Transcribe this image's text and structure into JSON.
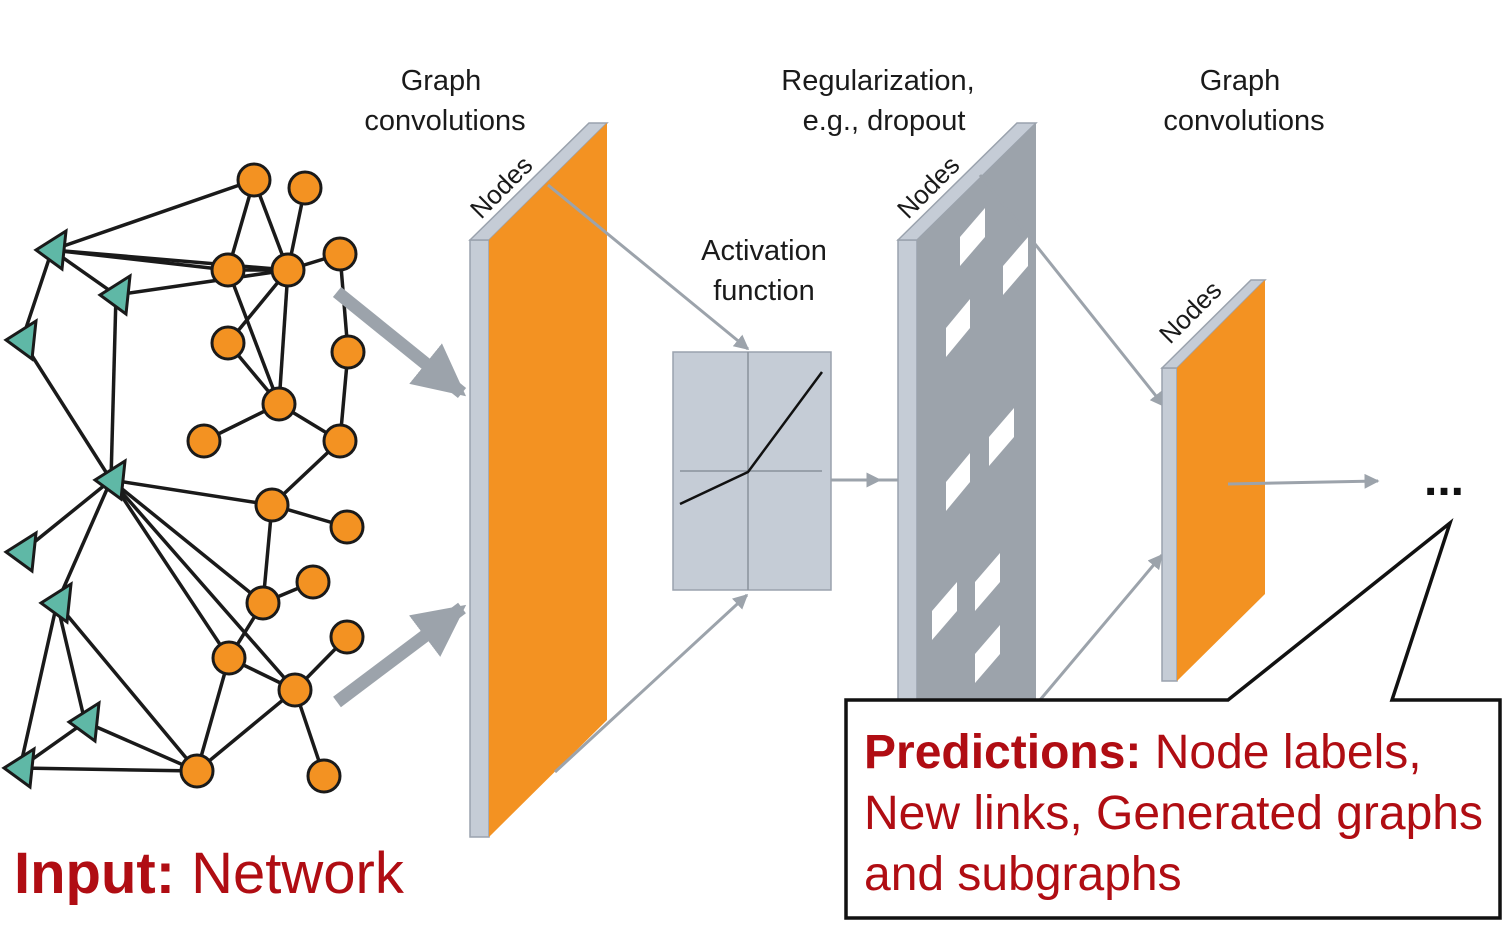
{
  "labels": {
    "conv1": [
      "Graph",
      "convolutions"
    ],
    "activation": [
      "Activation",
      "function"
    ],
    "reg": [
      "Regularization,",
      "e.g., dropout"
    ],
    "conv2": [
      "Graph",
      "convolutions"
    ],
    "nodes": "Nodes",
    "ellipsis": "..."
  },
  "input": {
    "bold": "Input:",
    "text": " Network"
  },
  "predictions": {
    "bold": "Predictions:",
    "text": " Node labels, New links, Generated graphs and subgraphs"
  },
  "colors": {
    "orange": "#f39222",
    "teal": "#5fb8a6",
    "gray_layer": "#9ca3ab",
    "light_side": "#c5ccd6",
    "arrow": "#9ca3ab",
    "red_text": "#b00d13"
  },
  "icons": {
    "circle_node": "orange-circle",
    "triangle_node": "teal-triangle"
  }
}
